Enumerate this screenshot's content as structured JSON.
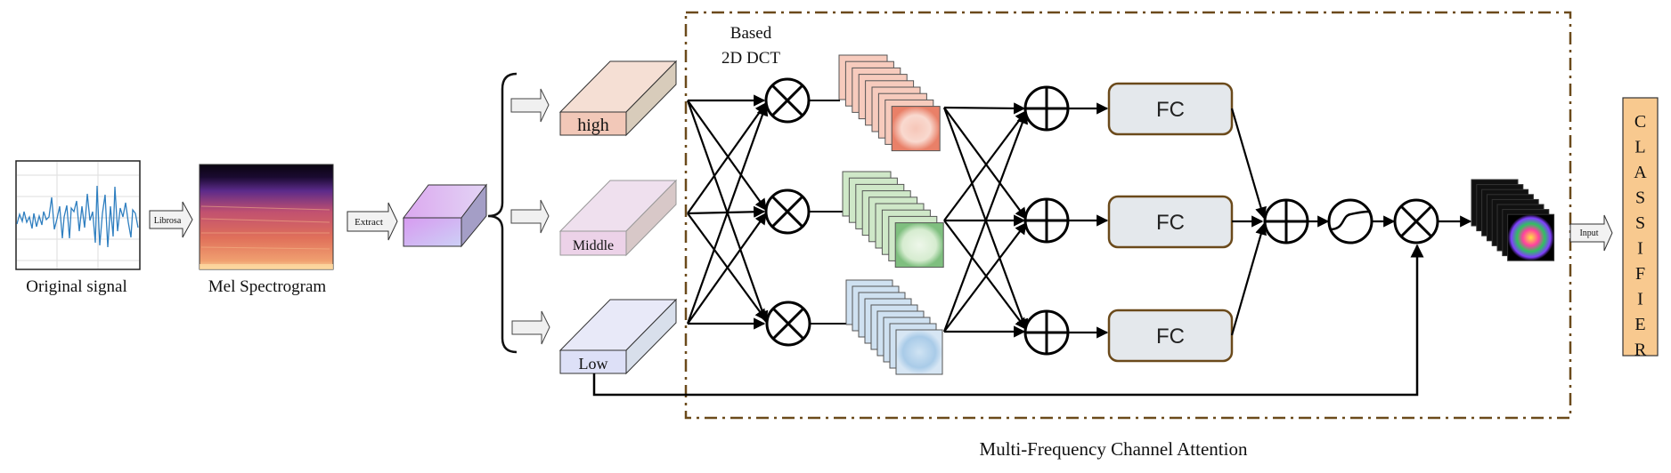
{
  "input_stage": {
    "signal_label": "Original signal",
    "librosa_label": "Librosa",
    "spectrogram_label": "Mel Spectrogram",
    "extract_label": "Extract"
  },
  "frequency_bands": [
    {
      "label": "high",
      "color_front": "#f3cbbd",
      "color_top": "#f6ddd0",
      "color_side": "#d9cdbd"
    },
    {
      "label": "Middle",
      "color_front": "#ecd1e8",
      "color_top": "#f0e0ee",
      "color_side": "#d7c7c7"
    },
    {
      "label": "Low",
      "color_front": "#dcdff7",
      "color_top": "#e8e9f8",
      "color_side": "#d6dde9"
    }
  ],
  "attention_module": {
    "dct_label_line1": "Based",
    "dct_label_line2": "2D DCT",
    "fc_labels": [
      "FC",
      "FC",
      "FC"
    ],
    "feature_map_colors": [
      "#e05a4a",
      "#3f9a4a",
      "#5a9ad0"
    ],
    "caption": "Multi-Frequency Channel Attention",
    "border_color": "#6b4a1b"
  },
  "output_stage": {
    "input_label": "Input",
    "classifier_label": "CLASSIFIER",
    "classifier_color": "#f8c98f"
  }
}
